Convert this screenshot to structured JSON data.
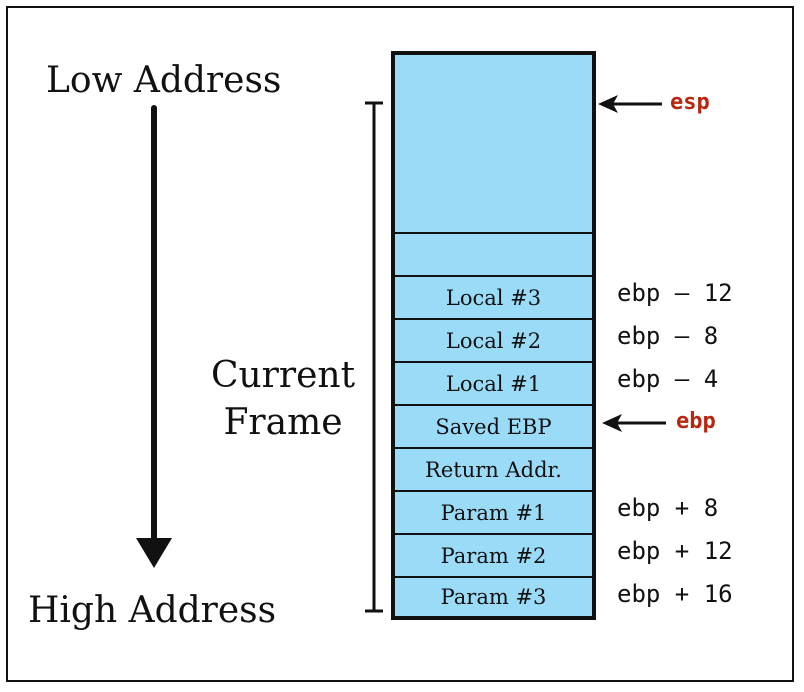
{
  "labels": {
    "low_address": "Low Address",
    "high_address": "High Address",
    "frame_line1": "Current",
    "frame_line2": "Frame"
  },
  "stack_cells": [
    "",
    "",
    "Local #3",
    "Local #2",
    "Local #1",
    "Saved EBP",
    "Return Addr.",
    "Param #1",
    "Param #2",
    "Param #3"
  ],
  "offsets": {
    "local3": "ebp – 12",
    "local2": "ebp – 8",
    "local1": "ebp – 4",
    "param1": "ebp + 8",
    "param2": "ebp + 12",
    "param3": "ebp + 16"
  },
  "pointers": {
    "esp": "esp",
    "ebp": "ebp"
  },
  "colors": {
    "cell_fill": "#9adcf8",
    "pointer_text": "#b8260f",
    "outline": "#111111"
  }
}
